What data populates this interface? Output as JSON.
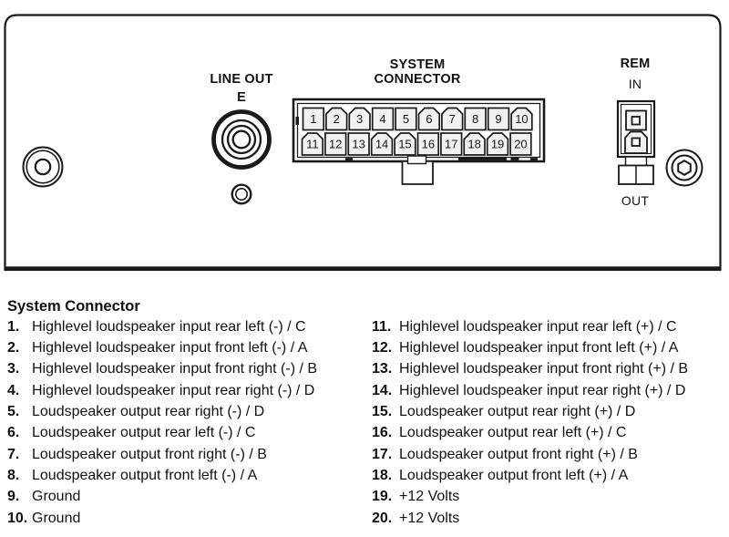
{
  "panel": {
    "line_out": {
      "label": "LINE OUT",
      "channel": "E"
    },
    "system_connector": {
      "label_line1": "SYSTEM",
      "label_line2": "CONNECTOR"
    },
    "rem": {
      "label": "REM",
      "in_label": "IN",
      "out_label": "OUT"
    },
    "pins": {
      "top": [
        {
          "n": "1",
          "keyed": false
        },
        {
          "n": "2",
          "keyed": true
        },
        {
          "n": "3",
          "keyed": true
        },
        {
          "n": "4",
          "keyed": false
        },
        {
          "n": "5",
          "keyed": false
        },
        {
          "n": "6",
          "keyed": true
        },
        {
          "n": "7",
          "keyed": true
        },
        {
          "n": "8",
          "keyed": false
        },
        {
          "n": "9",
          "keyed": false
        },
        {
          "n": "10",
          "keyed": true
        }
      ],
      "bottom": [
        {
          "n": "11",
          "keyed": true
        },
        {
          "n": "12",
          "keyed": false
        },
        {
          "n": "13",
          "keyed": false
        },
        {
          "n": "14",
          "keyed": true
        },
        {
          "n": "15",
          "keyed": true
        },
        {
          "n": "16",
          "keyed": false
        },
        {
          "n": "17",
          "keyed": false
        },
        {
          "n": "18",
          "keyed": true
        },
        {
          "n": "19",
          "keyed": true
        },
        {
          "n": "20",
          "keyed": false
        }
      ]
    }
  },
  "legend": {
    "title": "System Connector",
    "left": [
      {
        "num": "1.",
        "desc": "Highlevel loudspeaker input rear left (-) / C"
      },
      {
        "num": "2.",
        "desc": "Highlevel loudspeaker input front left (-) / A"
      },
      {
        "num": "3.",
        "desc": "Highlevel loudspeaker input front right (-) / B"
      },
      {
        "num": "4.",
        "desc": "Highlevel loudspeaker input rear right (-) / D"
      },
      {
        "num": "5.",
        "desc": "Loudspeaker output rear right (-) / D"
      },
      {
        "num": "6.",
        "desc": "Loudspeaker output rear left (-) / C"
      },
      {
        "num": "7.",
        "desc": "Loudspeaker output front right (-) / B"
      },
      {
        "num": "8.",
        "desc": "Loudspeaker output front left (-) / A"
      },
      {
        "num": "9.",
        "desc": "Ground"
      },
      {
        "num": "10.",
        "desc": "Ground"
      }
    ],
    "right": [
      {
        "num": "11.",
        "desc": "Highlevel loudspeaker input rear left (+) / C"
      },
      {
        "num": "12.",
        "desc": "Highlevel loudspeaker input front left (+) / A"
      },
      {
        "num": "13.",
        "desc": "Highlevel loudspeaker input front right (+) / B"
      },
      {
        "num": "14.",
        "desc": "Highlevel loudspeaker input rear right (+) / D"
      },
      {
        "num": "15.",
        "desc": "Loudspeaker output rear right (+) / D"
      },
      {
        "num": "16.",
        "desc": "Loudspeaker output rear left (+) / C"
      },
      {
        "num": "17.",
        "desc": "Loudspeaker output front right (+) / B"
      },
      {
        "num": "18.",
        "desc": "Loudspeaker output front left (+) / A"
      },
      {
        "num": "19.",
        "desc": "+12 Volts"
      },
      {
        "num": "20.",
        "desc": "+12 Volts"
      }
    ]
  },
  "colors": {
    "line": "#1a1a1a",
    "pin_fill": "#f1f1f1",
    "background": "#ffffff"
  }
}
